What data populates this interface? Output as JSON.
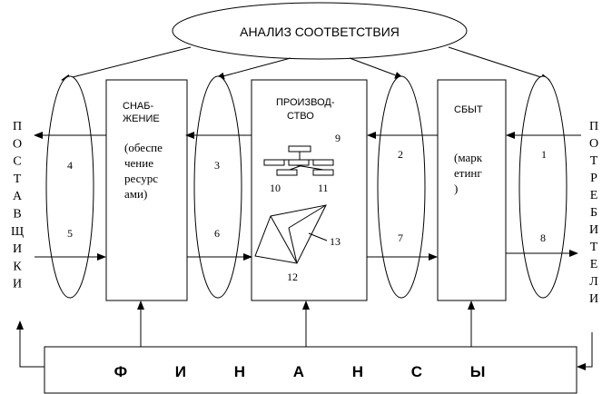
{
  "analysis_title": "АНАЛИЗ СООТВЕТСТВИЯ",
  "suppliers_letters": [
    "П",
    "О",
    "С",
    "Т",
    "А",
    "В",
    "Щ",
    "И",
    "К",
    "И"
  ],
  "consumers_letters": [
    "П",
    "О",
    "Т",
    "Р",
    "Е",
    "Б",
    "И",
    "Т",
    "Е",
    "Л",
    "И"
  ],
  "supply": {
    "title_lines": [
      "СНАБ-",
      "ЖЕНИЕ"
    ],
    "detail_lines": [
      "(обеспе",
      "чение",
      "ресурс",
      "ами)"
    ]
  },
  "production": {
    "title_lines": [
      "ПРОИЗВОД-",
      "СТВО"
    ]
  },
  "sales": {
    "title_lines": [
      "СБЫТ"
    ],
    "detail_lines": [
      "(марк",
      "етинг",
      ")"
    ]
  },
  "finance": "Ф И Н А Н С Ы",
  "numbers": {
    "n1": "1",
    "n2": "2",
    "n3": "3",
    "n4": "4",
    "n5": "5",
    "n6": "6",
    "n7": "7",
    "n8": "8",
    "n9": "9",
    "n10": "10",
    "n11": "11",
    "n12": "12",
    "n13": "13"
  }
}
